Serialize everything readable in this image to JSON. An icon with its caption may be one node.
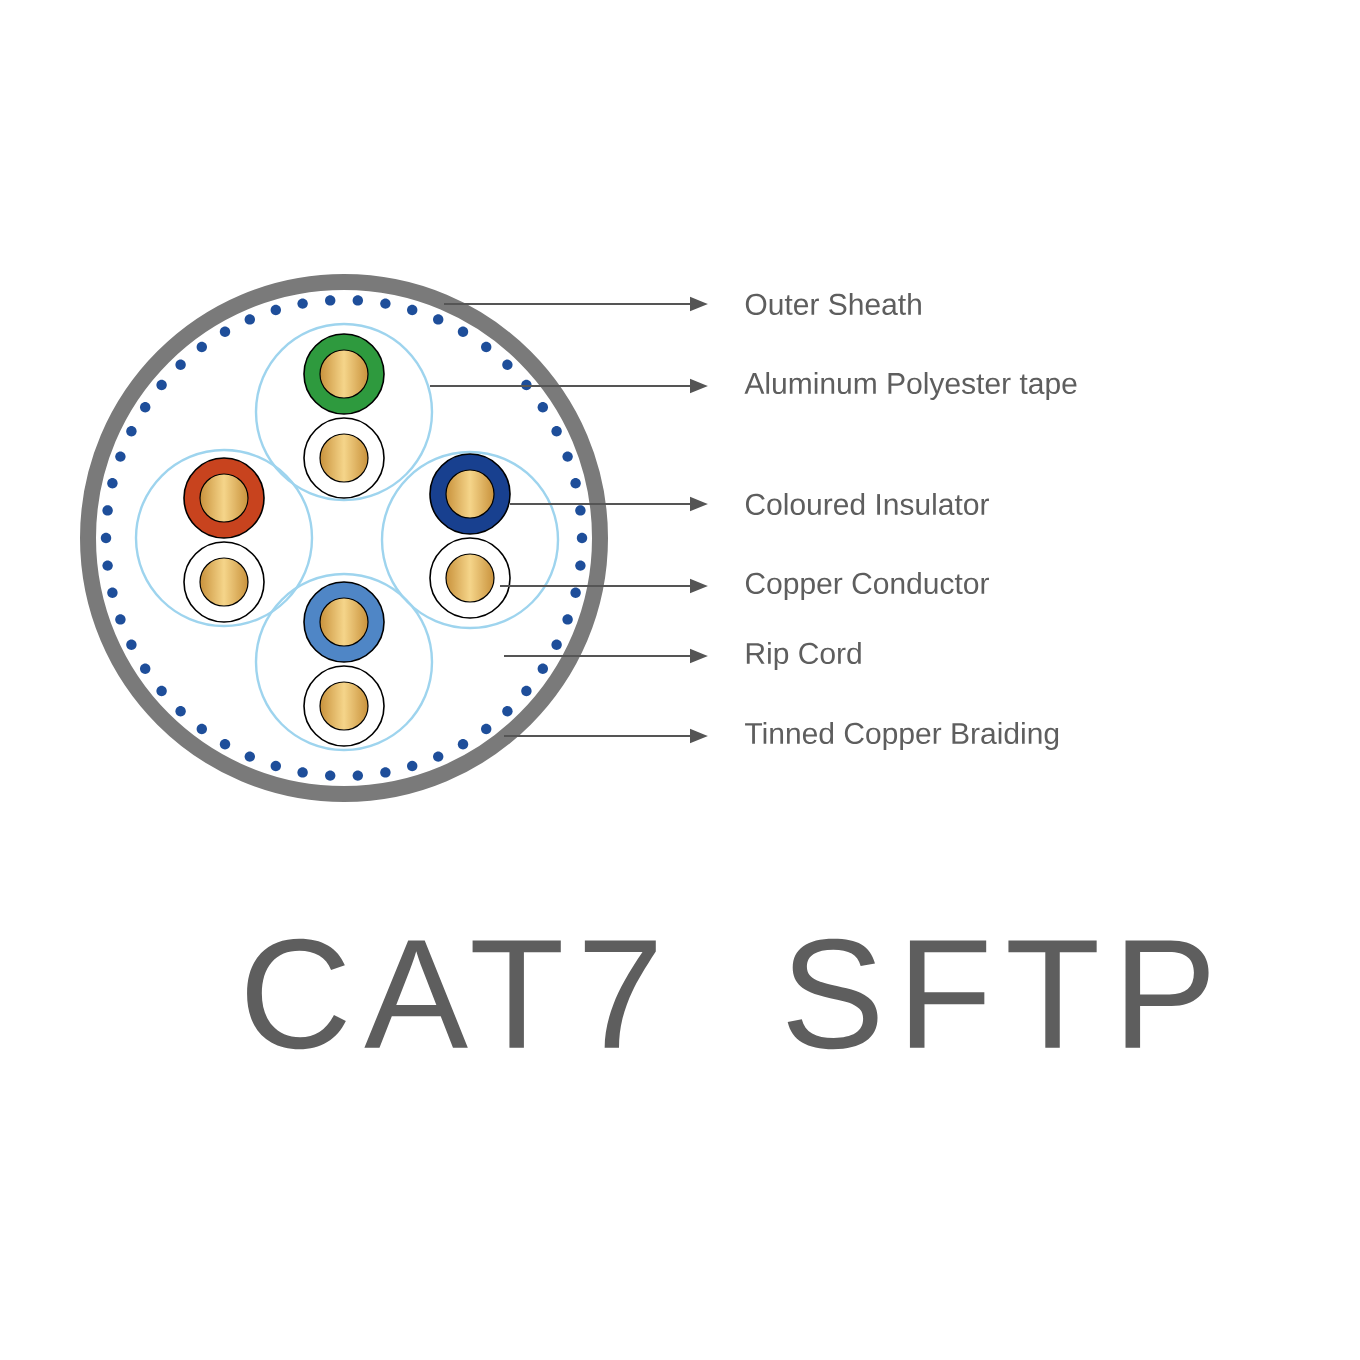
{
  "diagram": {
    "title": "CAT7 SFTP",
    "nodes": [
      {
        "text": [
          "Outer Sheath"
        ]
      },
      {
        "text": [
          "Aluminum Polyester tape"
        ]
      },
      {
        "text": [
          "Coloured Insulator"
        ]
      },
      {
        "text": [
          "Copper Conductor"
        ]
      },
      {
        "text": [
          "Rip Cord"
        ]
      },
      {
        "text": [
          "Tinned Copper Braiding"
        ]
      }
    ],
    "edges": [
      {
        "from": null,
        "to": 0,
        "arrow": "to"
      },
      {
        "from": null,
        "to": 1,
        "arrow": "to"
      },
      {
        "from": null,
        "to": 2,
        "arrow": "to"
      },
      {
        "from": null,
        "to": 3,
        "arrow": "to"
      },
      {
        "from": null,
        "to": 4,
        "arrow": "to"
      },
      {
        "from": null,
        "to": 5,
        "arrow": "to"
      }
    ]
  }
}
